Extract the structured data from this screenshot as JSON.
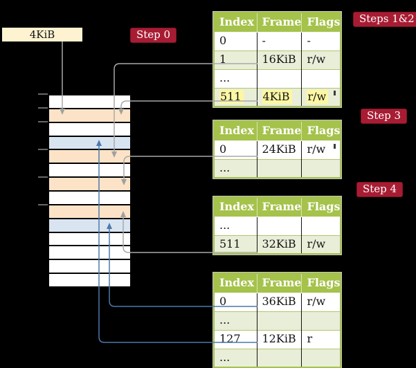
{
  "labels": {
    "page_size": "4KiB",
    "step0": "Step 0",
    "steps_1_2": "Steps 1&2",
    "step3": "Step 3",
    "step4": "Step 4"
  },
  "tables": [
    {
      "headers": [
        "Index",
        "Frame",
        "Flags"
      ],
      "rows": [
        {
          "cells": [
            "0",
            "-",
            "-"
          ],
          "shaded": false,
          "highlighted": false
        },
        {
          "cells": [
            "1",
            "16KiB",
            "r/w"
          ],
          "shaded": true,
          "highlighted": false
        },
        {
          "cells": [
            "...",
            "",
            ""
          ],
          "shaded": false,
          "highlighted": false
        },
        {
          "cells": [
            "511",
            "4KiB",
            "r/w"
          ],
          "shaded": true,
          "highlighted": true
        }
      ]
    },
    {
      "headers": [
        "Index",
        "Frame",
        "Flags"
      ],
      "rows": [
        {
          "cells": [
            "0",
            "24KiB",
            "r/w"
          ],
          "shaded": false,
          "highlighted": false
        },
        {
          "cells": [
            "...",
            "",
            ""
          ],
          "shaded": true,
          "highlighted": false
        }
      ]
    },
    {
      "headers": [
        "Index",
        "Frame",
        "Flags"
      ],
      "rows": [
        {
          "cells": [
            "...",
            "",
            ""
          ],
          "shaded": false,
          "highlighted": false
        },
        {
          "cells": [
            "511",
            "32KiB",
            "r/w"
          ],
          "shaded": true,
          "highlighted": false
        }
      ]
    },
    {
      "headers": [
        "Index",
        "Frame",
        "Flags"
      ],
      "rows": [
        {
          "cells": [
            "0",
            "36KiB",
            "r/w"
          ],
          "shaded": false,
          "highlighted": false
        },
        {
          "cells": [
            "...",
            "",
            ""
          ],
          "shaded": true,
          "highlighted": false
        },
        {
          "cells": [
            "127",
            "12KiB",
            "r"
          ],
          "shaded": false,
          "highlighted": false
        },
        {
          "cells": [
            "...",
            "",
            ""
          ],
          "shaded": true,
          "highlighted": false
        }
      ]
    }
  ],
  "memory_column": {
    "rows": [
      "white",
      "peach",
      "white",
      "blue",
      "peach",
      "white",
      "peach",
      "white",
      "peach",
      "blue",
      "white",
      "white",
      "white",
      "white"
    ]
  },
  "colors": {
    "background": "#000000",
    "table_header_green": "#a5c24b",
    "table_row_shade": "#e9eed8",
    "highlight_yellow": "#fdf7a3",
    "step_label_red": "#a81c33",
    "page_size_box_cream": "#fdf3d1",
    "memory_white": "#ffffff",
    "memory_peach": "#fce3c7",
    "memory_blue": "#d9e4f1",
    "connector_gray": "#a9a9a9",
    "connector_blue": "#4d79ae"
  }
}
